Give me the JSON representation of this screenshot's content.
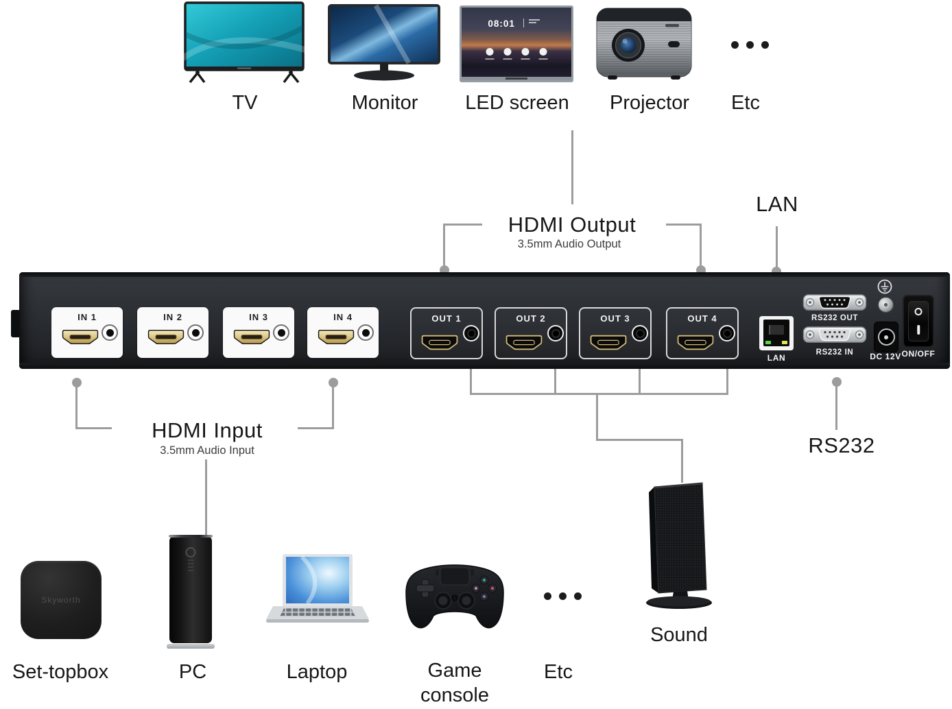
{
  "annotations": {
    "hdmi_output": "HDMI Output",
    "hdmi_output_sub": "3.5mm Audio Output",
    "lan": "LAN",
    "hdmi_input": "HDMI Input",
    "hdmi_input_sub": "3.5mm Audio Input",
    "rs232": "RS232"
  },
  "top_devices": {
    "tv": "TV",
    "monitor": "Monitor",
    "led_screen": "LED screen",
    "led_clock": "08:01",
    "projector": "Projector",
    "etc": "Etc"
  },
  "rear_panel": {
    "inputs": [
      {
        "label": "IN 1"
      },
      {
        "label": "IN 2"
      },
      {
        "label": "IN 3"
      },
      {
        "label": "IN 4"
      }
    ],
    "outputs": [
      {
        "label": "OUT 1"
      },
      {
        "label": "OUT 2"
      },
      {
        "label": "OUT 3"
      },
      {
        "label": "OUT 4"
      }
    ],
    "lan": "LAN",
    "rs232_out": "RS232 OUT",
    "rs232_in": "RS232 IN",
    "dc": "DC 12V",
    "power": "ON/OFF"
  },
  "bottom_devices": {
    "set_topbox": "Set-topbox",
    "set_topbox_brand": "Skyworth",
    "pc": "PC",
    "laptop": "Laptop",
    "game_console_line1": "Game",
    "game_console_line2": "console",
    "etc": "Etc",
    "sound": "Sound"
  },
  "colors": {
    "connector_line": "#9c9c9c",
    "hdmi_gold": "#c3a959",
    "panel_body": "#2b2e33",
    "led_green": "#56d44b",
    "led_yellow": "#e3e34f"
  }
}
